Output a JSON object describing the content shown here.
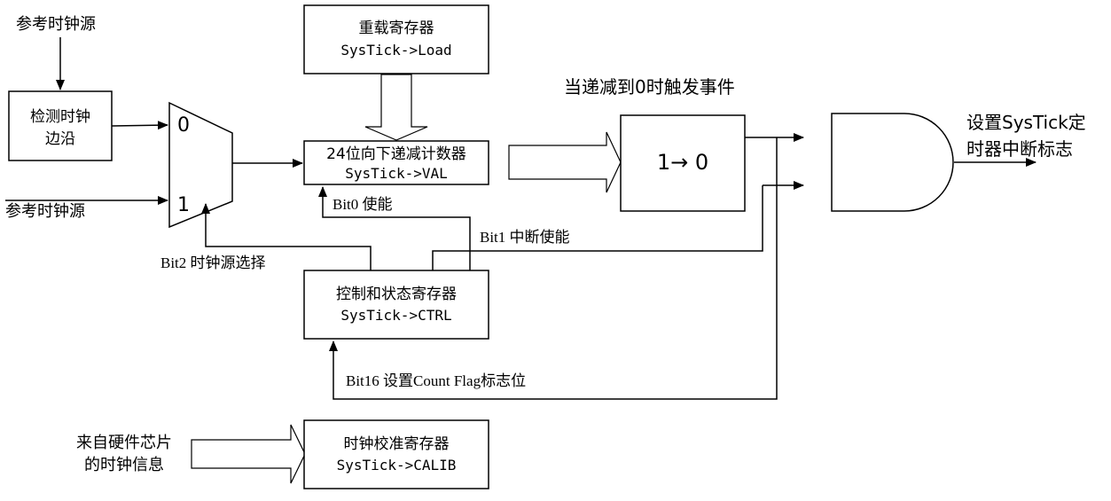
{
  "labels": {
    "ref_clock_top": "参考时钟源",
    "ref_clock_bottom": "参考时钟源",
    "decrement_event": "当递减到0时触发事件",
    "output_line1": "设置SysTick定",
    "output_line2": "时器中断标志",
    "bit0": "Bit0 使能",
    "bit1": "Bit1 中断使能",
    "bit2": "Bit2 时钟源选择",
    "bit16": "Bit16 设置Count Flag标志位",
    "hw_info_line1": "来自硬件芯片",
    "hw_info_line2": "的时钟信息"
  },
  "blocks": {
    "edge_detect": {
      "line1": "检测时钟",
      "line2": "边沿"
    },
    "reload": {
      "line1": "重载寄存器",
      "line2": "SysTick->Load"
    },
    "counter": {
      "line1": "24位向下递减计数器",
      "line2": "SysTick->VAL"
    },
    "compare": {
      "label": "1→ 0"
    },
    "ctrl": {
      "line1": "控制和状态寄存器",
      "line2": "SysTick->CTRL"
    },
    "calib": {
      "line1": "时钟校准寄存器",
      "line2": "SysTick->CALIB"
    }
  },
  "mux": {
    "input0": "0",
    "input1": "1"
  }
}
